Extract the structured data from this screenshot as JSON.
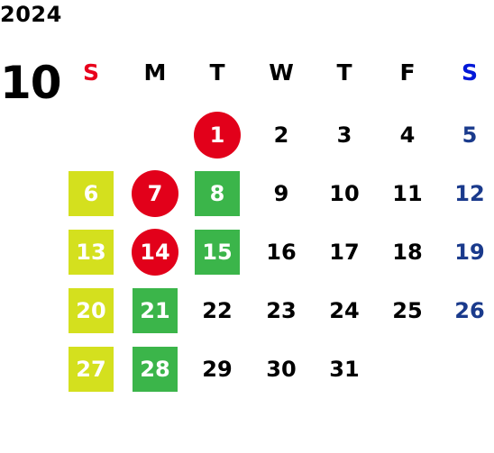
{
  "year": "2024",
  "month": "10",
  "weekdays": [
    {
      "label": "S",
      "color": "#e8001c"
    },
    {
      "label": "M",
      "color": "#000000"
    },
    {
      "label": "T",
      "color": "#000000"
    },
    {
      "label": "W",
      "color": "#000000"
    },
    {
      "label": "T",
      "color": "#000000"
    },
    {
      "label": "F",
      "color": "#000000"
    },
    {
      "label": "S",
      "color": "#0018d8"
    }
  ],
  "colors": {
    "holiday_red": "#e2001a",
    "yellow_green": "#d4e01e",
    "green": "#3bb54a",
    "sunday_blue": "#1a3a8c",
    "text": "#000000",
    "text_on_mark": "#ffffff"
  },
  "first_weekday_index": 2,
  "days": [
    {
      "d": "1",
      "mark": "red-circle"
    },
    {
      "d": "2"
    },
    {
      "d": "3"
    },
    {
      "d": "4"
    },
    {
      "d": "5",
      "tone": "blue"
    },
    {
      "d": "6",
      "mark": "yellow-square"
    },
    {
      "d": "7",
      "mark": "red-circle"
    },
    {
      "d": "8",
      "mark": "green-square"
    },
    {
      "d": "9"
    },
    {
      "d": "10"
    },
    {
      "d": "11"
    },
    {
      "d": "12",
      "tone": "blue"
    },
    {
      "d": "13",
      "mark": "yellow-square"
    },
    {
      "d": "14",
      "mark": "red-circle"
    },
    {
      "d": "15",
      "mark": "green-square"
    },
    {
      "d": "16"
    },
    {
      "d": "17"
    },
    {
      "d": "18"
    },
    {
      "d": "19",
      "tone": "blue"
    },
    {
      "d": "20",
      "mark": "yellow-square"
    },
    {
      "d": "21",
      "mark": "green-square"
    },
    {
      "d": "22"
    },
    {
      "d": "23"
    },
    {
      "d": "24"
    },
    {
      "d": "25"
    },
    {
      "d": "26",
      "tone": "blue"
    },
    {
      "d": "27",
      "mark": "yellow-square"
    },
    {
      "d": "28",
      "mark": "green-square"
    },
    {
      "d": "29"
    },
    {
      "d": "30"
    },
    {
      "d": "31"
    }
  ]
}
